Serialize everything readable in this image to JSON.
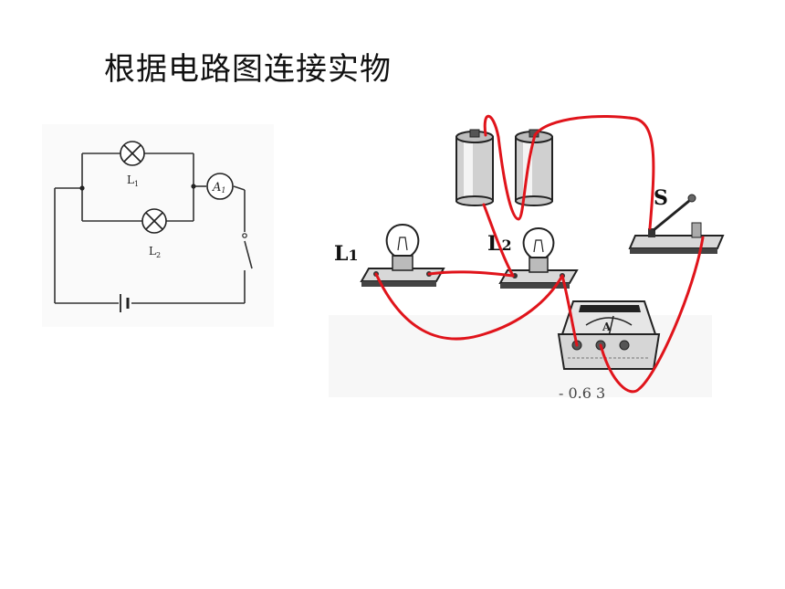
{
  "page": {
    "title": "根据电路图连接实物"
  },
  "schematic": {
    "lamp1_label": "L",
    "lamp1_sub": "1",
    "lamp2_label": "L",
    "lamp2_sub": "2",
    "ammeter_label": "A",
    "ammeter_sub": "1"
  },
  "photo": {
    "lamp1_label": "L",
    "lamp1_sub": "1",
    "lamp2_label": "L",
    "lamp2_sub": "2",
    "switch_label": "S",
    "ammeter_face_label": "A",
    "ammeter_terminals": "- 0.6 3"
  },
  "colors": {
    "wire": "#e0141b",
    "line": "#222222",
    "board": "#d8d8d8"
  }
}
